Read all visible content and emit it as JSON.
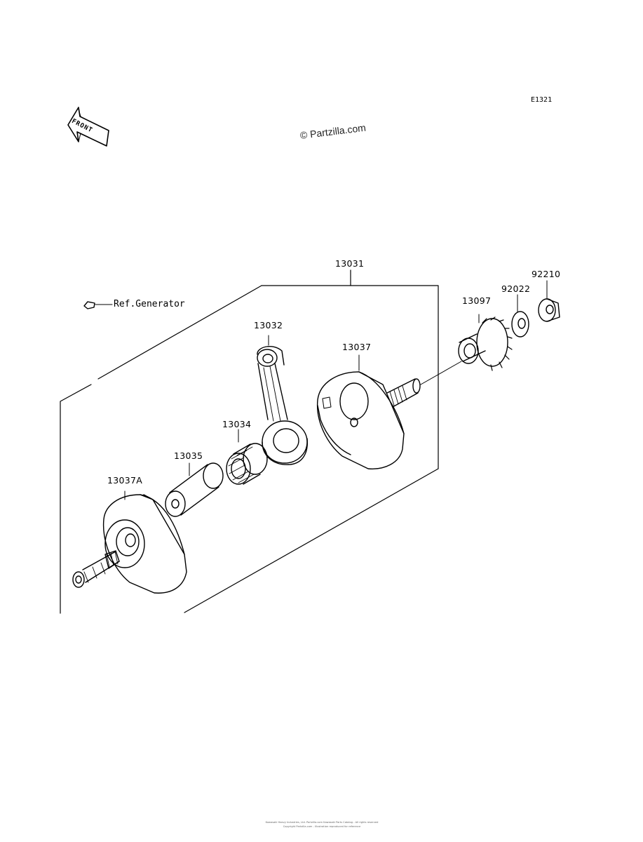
{
  "diagram": {
    "code": "E1321",
    "watermark": "© Partzilla.com",
    "front_label": "FRONT",
    "ref_label": "Ref.Generator",
    "footer_line1": "Kawasaki Heavy Industries, Ltd. Partzilla.com Kawasaki Parts Catalog - All rights reserved",
    "footer_line2": "Copyright Partzilla.com - Illustration reproduced for reference"
  },
  "parts": {
    "p13031": "13031",
    "p13032": "13032",
    "p13034": "13034",
    "p13035": "13035",
    "p13037": "13037",
    "p13037a": "13037A",
    "p13097": "13097",
    "p92022": "92022",
    "p92210": "92210"
  }
}
